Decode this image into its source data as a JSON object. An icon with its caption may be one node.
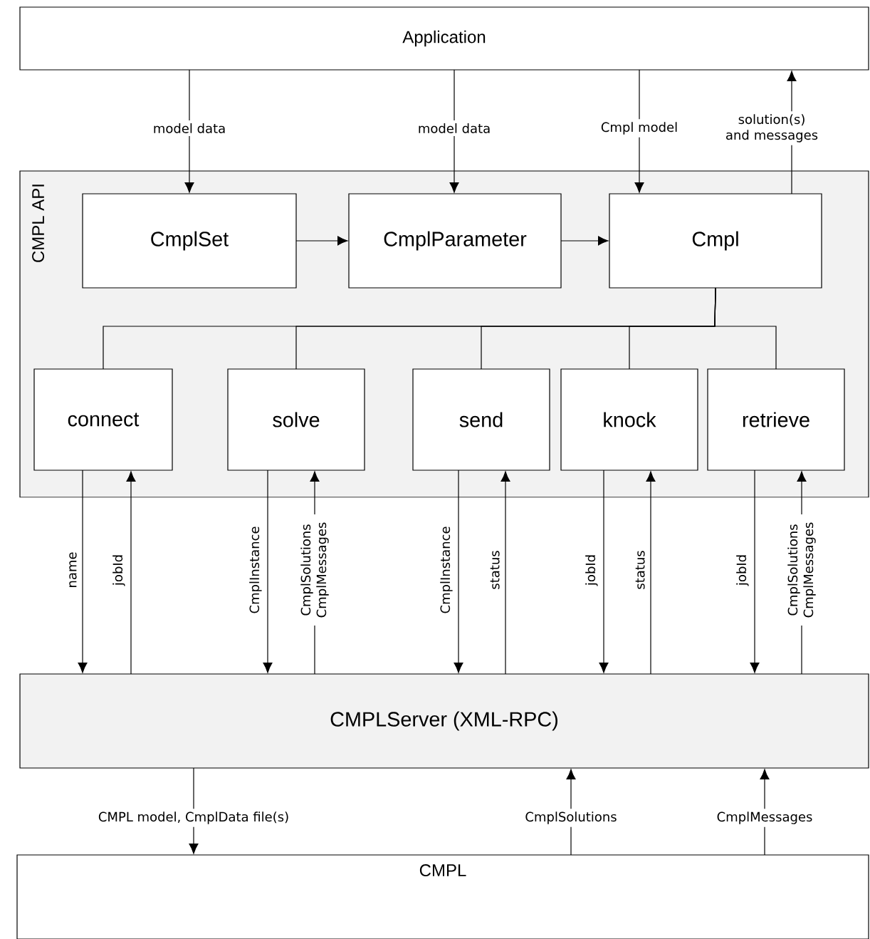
{
  "diagram": {
    "nodes": [
      {
        "text": [
          "Application"
        ]
      },
      {
        "text": [
          "CMPL API"
        ]
      },
      {
        "text": [
          "CmplSet"
        ],
        "in": 1
      },
      {
        "text": [
          "CmplParameter"
        ],
        "in": 1
      },
      {
        "text": [
          "Cmpl"
        ],
        "in": 1
      },
      {
        "text": [
          "connect"
        ],
        "in": 1
      },
      {
        "text": [
          "solve"
        ],
        "in": 1
      },
      {
        "text": [
          "send"
        ],
        "in": 1
      },
      {
        "text": [
          "knock"
        ],
        "in": 1
      },
      {
        "text": [
          "retrieve"
        ],
        "in": 1
      },
      {
        "text": [
          "CMPLServer (XML-RPC)"
        ]
      },
      {
        "text": [
          "CMPL"
        ]
      }
    ],
    "edges": [
      {
        "from": 0,
        "to": 2,
        "arrow": "to",
        "label": "model data"
      },
      {
        "from": 0,
        "to": 3,
        "arrow": "to",
        "label": "model data"
      },
      {
        "from": 0,
        "to": 4,
        "arrow": "to",
        "label": "Cmpl model"
      },
      {
        "from": 4,
        "to": 0,
        "arrow": "to",
        "label": "solution(s) and messages"
      },
      {
        "from": 2,
        "to": 3,
        "arrow": "to"
      },
      {
        "from": 3,
        "to": 4,
        "arrow": "to"
      },
      {
        "from": 4,
        "to": 5,
        "arrow": "none"
      },
      {
        "from": 4,
        "to": 6,
        "arrow": "none"
      },
      {
        "from": 4,
        "to": 7,
        "arrow": "none"
      },
      {
        "from": 4,
        "to": 8,
        "arrow": "none"
      },
      {
        "from": 4,
        "to": 9,
        "arrow": "none"
      },
      {
        "from": 5,
        "to": 10,
        "arrow": "to",
        "label": "name"
      },
      {
        "from": 10,
        "to": 5,
        "arrow": "to",
        "label": "jobId"
      },
      {
        "from": 6,
        "to": 10,
        "arrow": "to",
        "label": "CmplInstance"
      },
      {
        "from": 10,
        "to": 6,
        "arrow": "to",
        "label": "CmplSolutions CmplMessages"
      },
      {
        "from": 7,
        "to": 10,
        "arrow": "to",
        "label": "CmplInstance"
      },
      {
        "from": 10,
        "to": 7,
        "arrow": "to",
        "label": "status"
      },
      {
        "from": 8,
        "to": 10,
        "arrow": "to",
        "label": "jobId"
      },
      {
        "from": 10,
        "to": 8,
        "arrow": "to",
        "label": "status"
      },
      {
        "from": 9,
        "to": 10,
        "arrow": "to",
        "label": "jobId"
      },
      {
        "from": 10,
        "to": 9,
        "arrow": "to",
        "label": "CmplSolutions CmplMessages"
      },
      {
        "from": 10,
        "to": 11,
        "arrow": "to",
        "label": "CMPL model, CmplData file(s)"
      },
      {
        "from": 11,
        "to": 10,
        "arrow": "to",
        "label": "CmplSolutions"
      },
      {
        "from": 11,
        "to": 10,
        "arrow": "to",
        "label": "CmplMessages"
      }
    ]
  }
}
